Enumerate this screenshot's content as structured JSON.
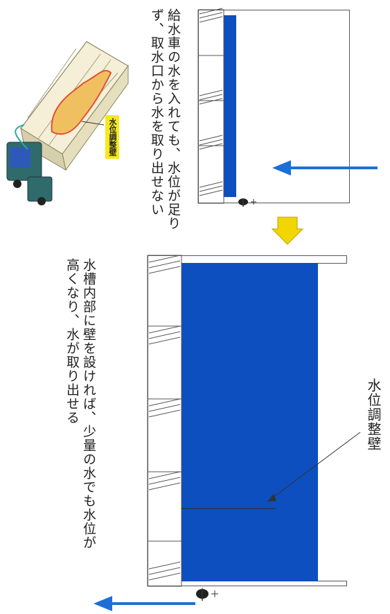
{
  "top_caption": "給水車の水を入れても、水位が足りず、取水口から水を取り出せない",
  "bottom_caption": "水槽内部に壁を設ければ、少量の水でも水位が高くなり、水が取り出せる",
  "wall_label": "水位調整壁",
  "illustration_label": "水位調整壁",
  "colors": {
    "water": "#0d4fbf",
    "arrow": "#1d6fd8",
    "yellow_arrow": "#f2d600",
    "label_bg": "#f7e81c"
  }
}
